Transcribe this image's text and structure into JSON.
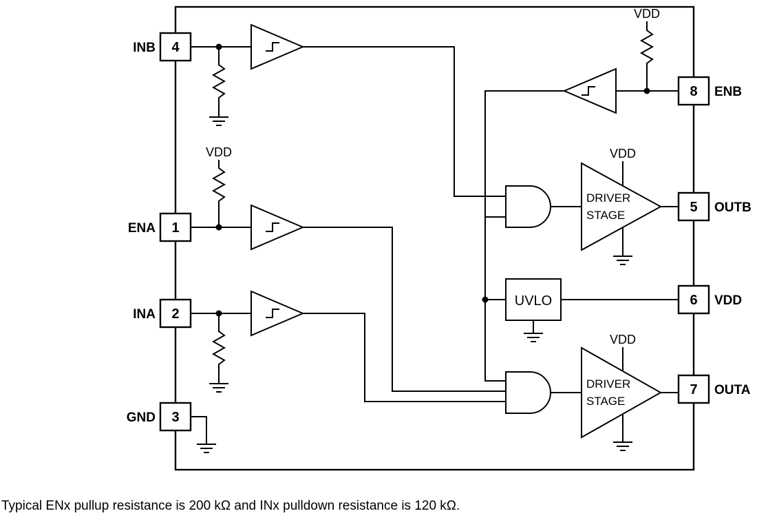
{
  "diagram": {
    "left_pins": [
      {
        "label": "INB",
        "number": "4"
      },
      {
        "label": "ENA",
        "number": "1"
      },
      {
        "label": "INA",
        "number": "2"
      },
      {
        "label": "GND",
        "number": "3"
      }
    ],
    "right_pins": [
      {
        "label": "ENB",
        "number": "8"
      },
      {
        "label": "OUTB",
        "number": "5"
      },
      {
        "label": "VDD",
        "number": "6"
      },
      {
        "label": "OUTA",
        "number": "7"
      }
    ],
    "supply_label": "VDD",
    "uvlo_label": "UVLO",
    "driver_stage": {
      "line1": "DRIVER",
      "line2": "STAGE"
    }
  },
  "footer": {
    "note": "Typical ENx pullup resistance is 200 kΩ and INx pulldown resistance is 120 kΩ."
  }
}
